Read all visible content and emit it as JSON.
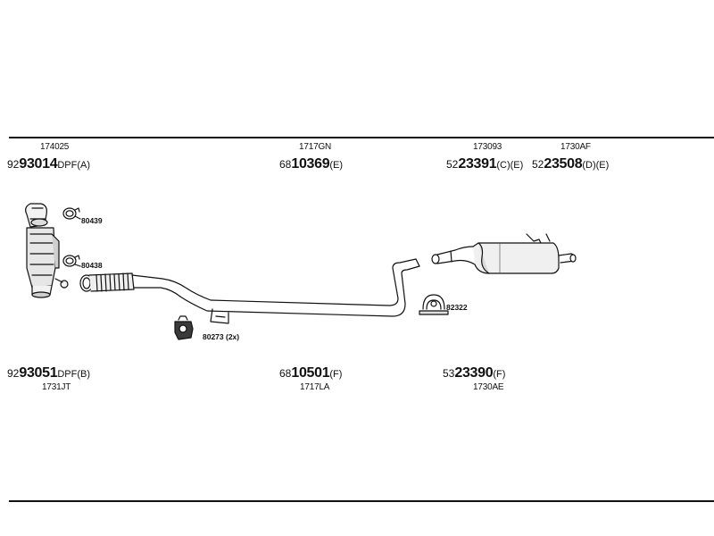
{
  "top_row": [
    {
      "ref": "174025",
      "prefix": "92",
      "main": "93014",
      "suffix": "DPF(A)"
    },
    {
      "ref": "1717GN",
      "prefix": "68",
      "main": "10369",
      "suffix": "(E)"
    },
    {
      "ref": "173093",
      "prefix": "52",
      "main": "23391",
      "suffix": "(C)(E)"
    },
    {
      "ref": "1730AF",
      "prefix": "52",
      "main": "23508",
      "suffix": "(D)(E)"
    }
  ],
  "bottom_row": [
    {
      "ref": "1731JT",
      "prefix": "92",
      "main": "93051",
      "suffix": "DPF(B)"
    },
    {
      "ref": "1717LA",
      "prefix": "68",
      "main": "10501",
      "suffix": "(F)"
    },
    {
      "ref": "1730AE",
      "prefix": "53",
      "main": "23390",
      "suffix": "(F)"
    }
  ],
  "callouts": {
    "clamp_top": "80439",
    "clamp_lower": "80438",
    "hanger_pair": "80273 (2x)",
    "hanger_rear": "82322"
  },
  "colors": {
    "line": "#111111",
    "part_fill": "#f2f2f2",
    "part_shade": "#9a9a9a"
  }
}
